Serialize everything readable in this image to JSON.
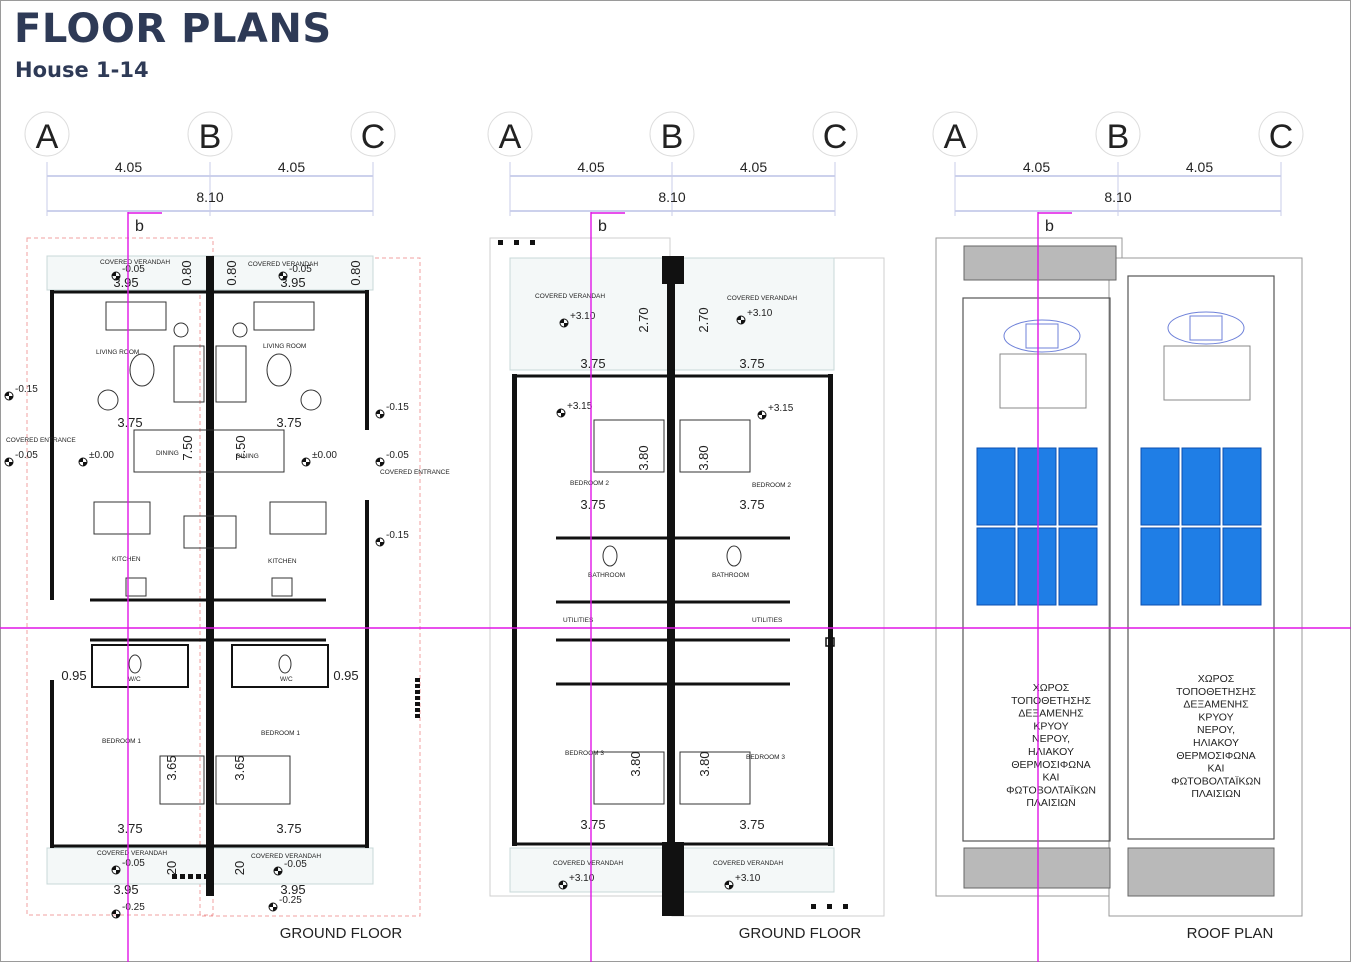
{
  "header": {
    "title": "FLOOR PLANS",
    "subtitle": "House 1-14"
  },
  "colors": {
    "title": "#2e3a56",
    "dimension": "#2f3bd6",
    "axis": "#e016e6",
    "panel": "#1f7ee6",
    "wall": "#111111"
  },
  "icons": [
    "level-marker-icon",
    "sofa-icon",
    "armchair-icon",
    "water-tank-icon",
    "solar-panel-icon",
    "toilet-icon",
    "bed-icon"
  ],
  "grid_labels": [
    "A",
    "B",
    "C"
  ],
  "section_marker": "b",
  "dims": {
    "half": "4.05",
    "total": "8.10"
  },
  "ground": {
    "label": "GROUND FLOOR",
    "rooms": {
      "verandah": "COVERED VERANDAH",
      "living": "LIVING ROOM",
      "dining": "DINING",
      "kitchen": "KITCHEN",
      "wc": "W/C",
      "bedroom1": "BEDROOM 1",
      "entrance": "COVERED ENTRANCE"
    },
    "levels": [
      "-0.05",
      "-0.15",
      "±0.00",
      "-0.25"
    ],
    "dims": [
      "3.95",
      "0.80",
      "3.75",
      "7.50",
      "0.95",
      "3.65",
      "20"
    ]
  },
  "upper": {
    "label": "GROUND FLOOR",
    "rooms": {
      "verandah": "COVERED VERANDAH",
      "bedroom2": "BEDROOM 2",
      "bathroom": "BATHROOM",
      "utilities": "UTILITIES",
      "bedroom3": "BEDROOM 3"
    },
    "levels": [
      "+3.10",
      "+3.15"
    ],
    "dims": [
      "2.70",
      "3.75",
      "3.80"
    ]
  },
  "roof": {
    "label": "ROOF PLAN",
    "note": [
      "ΧΩΡΟΣ",
      "ΤΟΠΟΘΕΤΗΣΗΣ",
      "ΔΕΞΑΜΕΝΗΣ",
      "ΚΡΥΟΥ",
      "ΝΕΡΟΥ,",
      "ΗΛΙΑΚΟΥ",
      "ΘΕΡΜΟΣΙΦΩΝΑ",
      "ΚΑΙ",
      "ΦΩΤΟΒΟΛΤΑΪΚΩΝ",
      "ΠΛΑΙΣΙΩΝ"
    ]
  }
}
